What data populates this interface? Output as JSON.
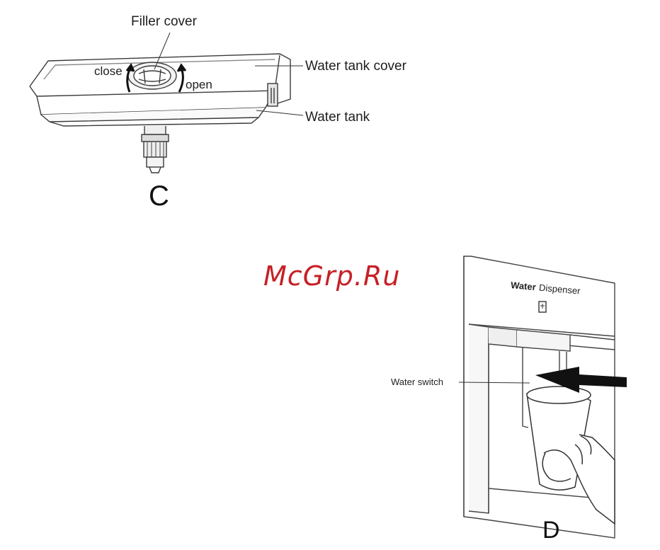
{
  "figure_c": {
    "labels": {
      "filler_cover": "Filler cover",
      "close": "close",
      "open": "open",
      "water_tank_cover": "Water tank cover",
      "water_tank": "Water tank"
    },
    "letter": "C"
  },
  "figure_d": {
    "panel_title_bold": "Water",
    "panel_title_rest": "Dispenser",
    "water_switch": "Water switch",
    "letter": "D"
  },
  "watermark": "McGrp.Ru"
}
